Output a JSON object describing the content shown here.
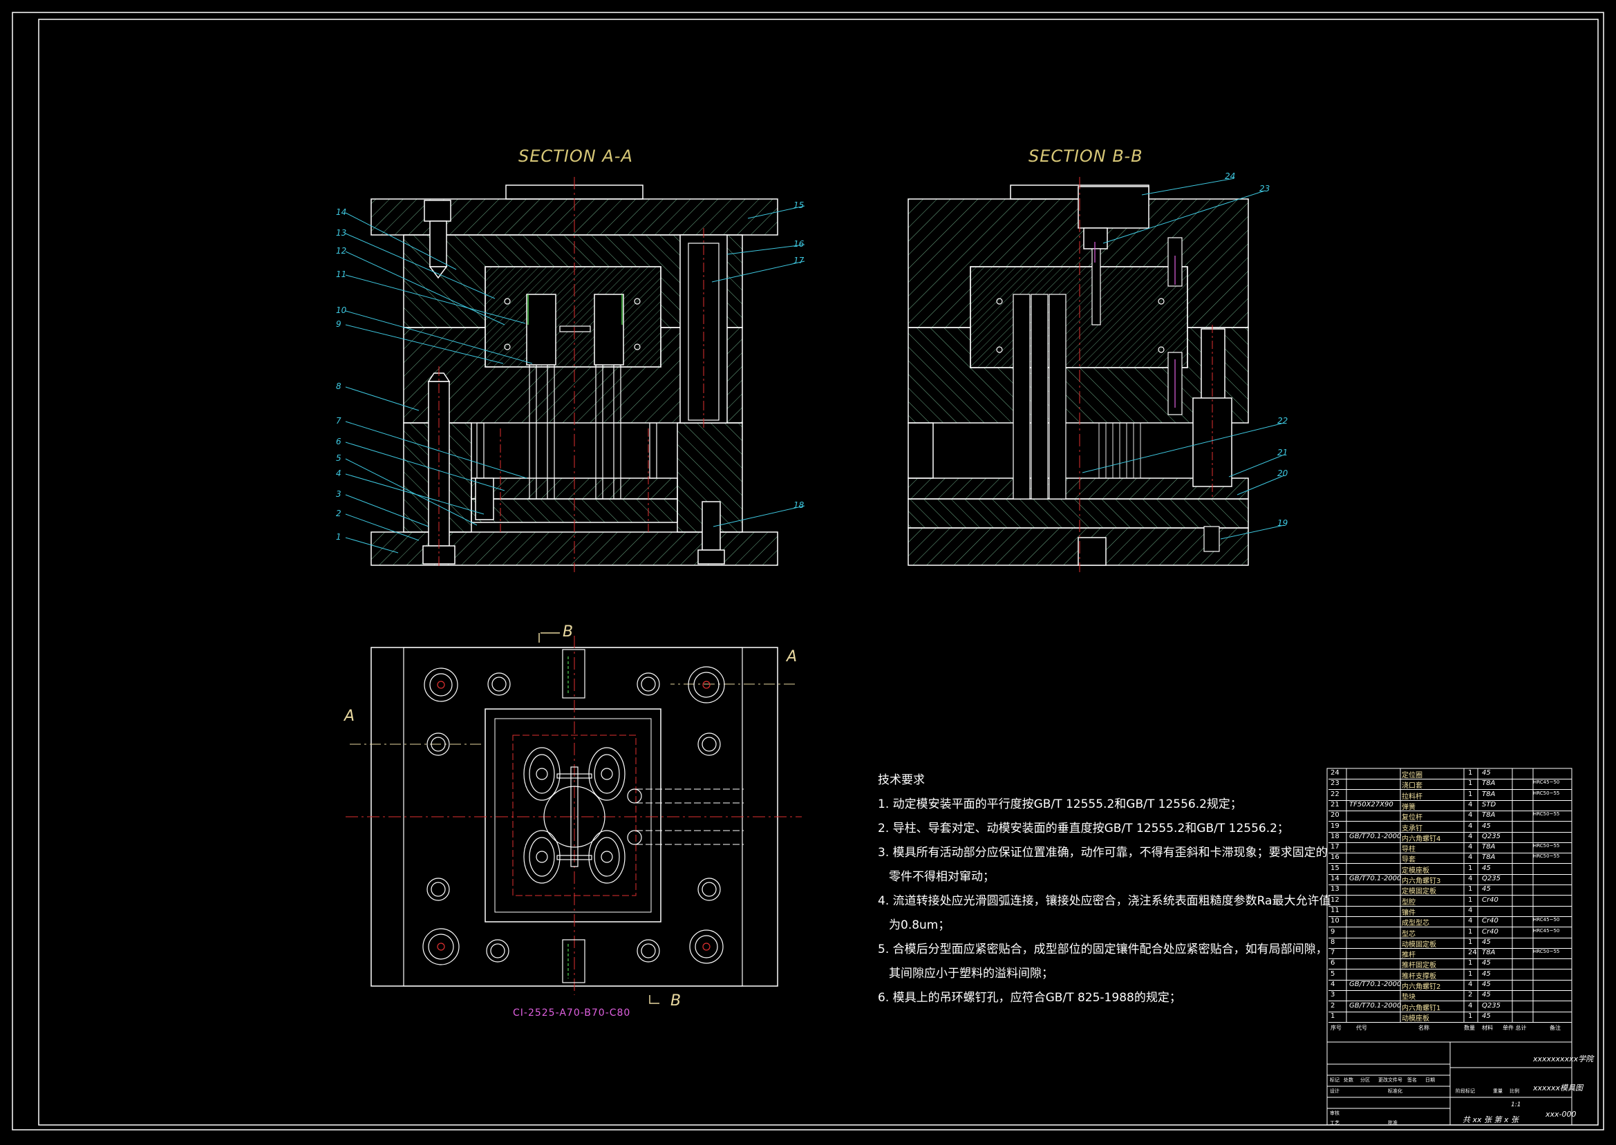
{
  "views": {
    "section_a": {
      "title": "SECTION A-A"
    },
    "section_b": {
      "title": "SECTION B-B"
    },
    "plan": {
      "code_label": "CI-2525-A70-B70-C80",
      "cut_a": "A",
      "cut_b": "B"
    }
  },
  "leaders_a": [
    "14",
    "13",
    "12",
    "11",
    "10",
    "9",
    "8",
    "7",
    "6",
    "5",
    "4",
    "3",
    "2",
    "1",
    "15",
    "16",
    "17",
    "18"
  ],
  "leaders_b": [
    "24",
    "23",
    "22",
    "21",
    "20",
    "19"
  ],
  "tech_requirements": {
    "heading": "技术要求",
    "lines": [
      "1. 动定模安装平面的平行度按GB/T 12555.2和GB/T 12556.2规定；",
      "2. 导柱、导套对定、动模安装面的垂直度按GB/T 12555.2和GB/T 12556.2；",
      "3. 模具所有活动部分应保证位置准确，动作可靠，不得有歪斜和卡滞现象；要求固定的",
      "零件不得相对窜动；",
      "4. 流道转接处应光滑圆弧连接，镶接处应密合，浇注系统表面粗糙度参数Ra最大允许值",
      "为0.8um；",
      "5. 合模后分型面应紧密贴合，成型部位的固定镶件配合处应紧密贴合，如有局部间隙，",
      "其间隙应小于塑料的溢料间隙；",
      "6. 模具上的吊环螺钉孔，应符合GB/T 825-1988的规定；"
    ]
  },
  "bom": {
    "rows": [
      {
        "no": "24",
        "std": "",
        "name": "定位圈",
        "qty": "1",
        "mat": "45",
        "note": ""
      },
      {
        "no": "23",
        "std": "",
        "name": "浇口套",
        "qty": "1",
        "mat": "T8A",
        "note": "HRC45~50"
      },
      {
        "no": "22",
        "std": "",
        "name": "拉料杆",
        "qty": "1",
        "mat": "T8A",
        "note": "HRC50~55"
      },
      {
        "no": "21",
        "std": "TF50X27X90",
        "name": "弹簧",
        "qty": "4",
        "mat": "STD",
        "note": ""
      },
      {
        "no": "20",
        "std": "",
        "name": "复位杆",
        "qty": "4",
        "mat": "T8A",
        "note": "HRC50~55"
      },
      {
        "no": "19",
        "std": "",
        "name": "支承钉",
        "qty": "4",
        "mat": "45",
        "note": ""
      },
      {
        "no": "18",
        "std": "GB/T70.1-2000",
        "name": "内六角螺钉4",
        "qty": "4",
        "mat": "Q235",
        "note": ""
      },
      {
        "no": "17",
        "std": "",
        "name": "导柱",
        "qty": "4",
        "mat": "T8A",
        "note": "HRC50~55"
      },
      {
        "no": "16",
        "std": "",
        "name": "导套",
        "qty": "4",
        "mat": "T8A",
        "note": "HRC50~55"
      },
      {
        "no": "15",
        "std": "",
        "name": "定模座板",
        "qty": "1",
        "mat": "45",
        "note": ""
      },
      {
        "no": "14",
        "std": "GB/T70.1-2000",
        "name": "内六角螺钉3",
        "qty": "4",
        "mat": "Q235",
        "note": ""
      },
      {
        "no": "13",
        "std": "",
        "name": "定模固定板",
        "qty": "1",
        "mat": "45",
        "note": ""
      },
      {
        "no": "12",
        "std": "",
        "name": "型腔",
        "qty": "1",
        "mat": "Cr40",
        "note": ""
      },
      {
        "no": "11",
        "std": "",
        "name": "镶件",
        "qty": "4",
        "mat": "",
        "note": ""
      },
      {
        "no": "10",
        "std": "",
        "name": "成型型芯",
        "qty": "4",
        "mat": "Cr40",
        "note": "HRC45~50"
      },
      {
        "no": "9",
        "std": "",
        "name": "型芯",
        "qty": "1",
        "mat": "Cr40",
        "note": "HRC45~50"
      },
      {
        "no": "8",
        "std": "",
        "name": "动模固定板",
        "qty": "1",
        "mat": "45",
        "note": ""
      },
      {
        "no": "7",
        "std": "",
        "name": "推杆",
        "qty": "24",
        "mat": "T8A",
        "note": "HRC50~55"
      },
      {
        "no": "6",
        "std": "",
        "name": "推杆固定板",
        "qty": "1",
        "mat": "45",
        "note": ""
      },
      {
        "no": "5",
        "std": "",
        "name": "推杆支撑板",
        "qty": "1",
        "mat": "45",
        "note": ""
      },
      {
        "no": "4",
        "std": "GB/T70.1-2000",
        "name": "内六角螺钉2",
        "qty": "4",
        "mat": "45",
        "note": ""
      },
      {
        "no": "3",
        "std": "",
        "name": "垫块",
        "qty": "2",
        "mat": "45",
        "note": ""
      },
      {
        "no": "2",
        "std": "GB/T70.1-2000",
        "name": "内六角螺钉1",
        "qty": "4",
        "mat": "Q235",
        "note": ""
      },
      {
        "no": "1",
        "std": "",
        "name": "动模座板",
        "qty": "1",
        "mat": "45",
        "note": ""
      }
    ],
    "header": {
      "no": "序号",
      "std": "代号",
      "name": "名称",
      "qty": "数量",
      "mat": "材料",
      "weight": "单件 总计",
      "note": "备注"
    }
  },
  "title_block": {
    "school": "xxxxxxxxxx学院",
    "drawing_name": "xxxxxx模具图",
    "drawing_no": "xxx-000",
    "scale": "1:1",
    "sheets": "共 xx 张   第 x 张",
    "labels": [
      "标记",
      "处数",
      "分区",
      "更改文件号",
      "签名",
      "日期",
      "设计",
      "标准化",
      "阶段标记",
      "重量",
      "比例",
      "审核",
      "工艺",
      "批准"
    ]
  }
}
